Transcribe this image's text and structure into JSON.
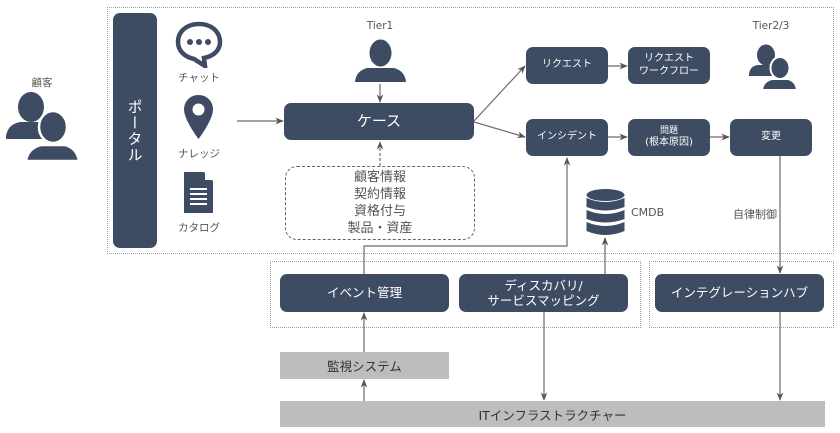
{
  "colors": {
    "node_fill": "#3d4b63",
    "node_text": "#ffffff",
    "gray_box": "#bdbdbd",
    "line": "#666666",
    "dotted_border": "#9aa0a6"
  },
  "actors": {
    "customer": {
      "label": "顧客",
      "icon": "users-icon"
    },
    "tier1": {
      "label": "Tier1",
      "icon": "user-icon"
    },
    "tier23": {
      "label": "Tier2/3",
      "icon": "users-icon"
    }
  },
  "portal": {
    "label": "ポータル",
    "channels": [
      {
        "label": "チャット",
        "icon": "chat-bubble-icon"
      },
      {
        "label": "ナレッジ",
        "icon": "map-pin-icon"
      },
      {
        "label": "カタログ",
        "icon": "document-icon"
      }
    ]
  },
  "nodes": {
    "case": "ケース",
    "request": "リクエスト",
    "request_workflow": [
      "リクエスト",
      "ワークフロー"
    ],
    "incident": "インシデント",
    "problem": [
      "問題",
      "(根本原因)"
    ],
    "change": "変更",
    "event_mgmt": "イベント管理",
    "discovery": [
      "ディスカバリ/",
      "サービスマッピング"
    ],
    "integration_hub": "インテグレーションハブ",
    "monitoring": "監視システム",
    "it_infra": "ITインフラストラクチャー"
  },
  "case_info": [
    "顧客情報",
    "契約情報",
    "資格付与",
    "製品・資産"
  ],
  "cmdb": {
    "label": "CMDB",
    "icon": "database-icon"
  },
  "autonomous_label": "自律制御"
}
